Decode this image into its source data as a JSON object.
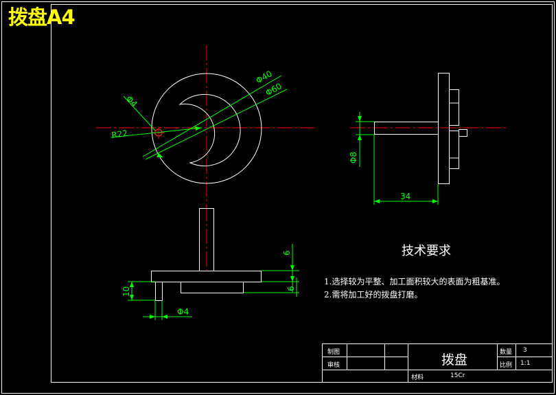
{
  "sheet_title": "拨盘A4",
  "colors": {
    "background": "#000000",
    "outline": "#ffffff",
    "centerline": "#ff0000",
    "dimension": "#00ff00",
    "title": "#ffff00"
  },
  "dimensions": {
    "phi4_top": "Φ4",
    "phi40": "Φ40",
    "phi60": "Φ60",
    "r22": "R22",
    "phi8": "Φ8",
    "len34": "34",
    "six_top": "6",
    "six_right": "6",
    "ten": "10",
    "phi4_bottom": "Φ4"
  },
  "technical_requirements": {
    "title": "技术要求",
    "items": [
      "1.选择较为平整、加工面积较大的表面为粗基准。",
      "2.需将加工好的拨盘打磨。"
    ]
  },
  "title_block": {
    "drawn_by": "制图",
    "checked_by": "审核",
    "part_name": "拨盘",
    "quantity_label": "数量",
    "quantity_value": "3",
    "scale_label": "比例",
    "scale_value": "1:1",
    "material_label": "材料",
    "material_value": "15Cr"
  }
}
